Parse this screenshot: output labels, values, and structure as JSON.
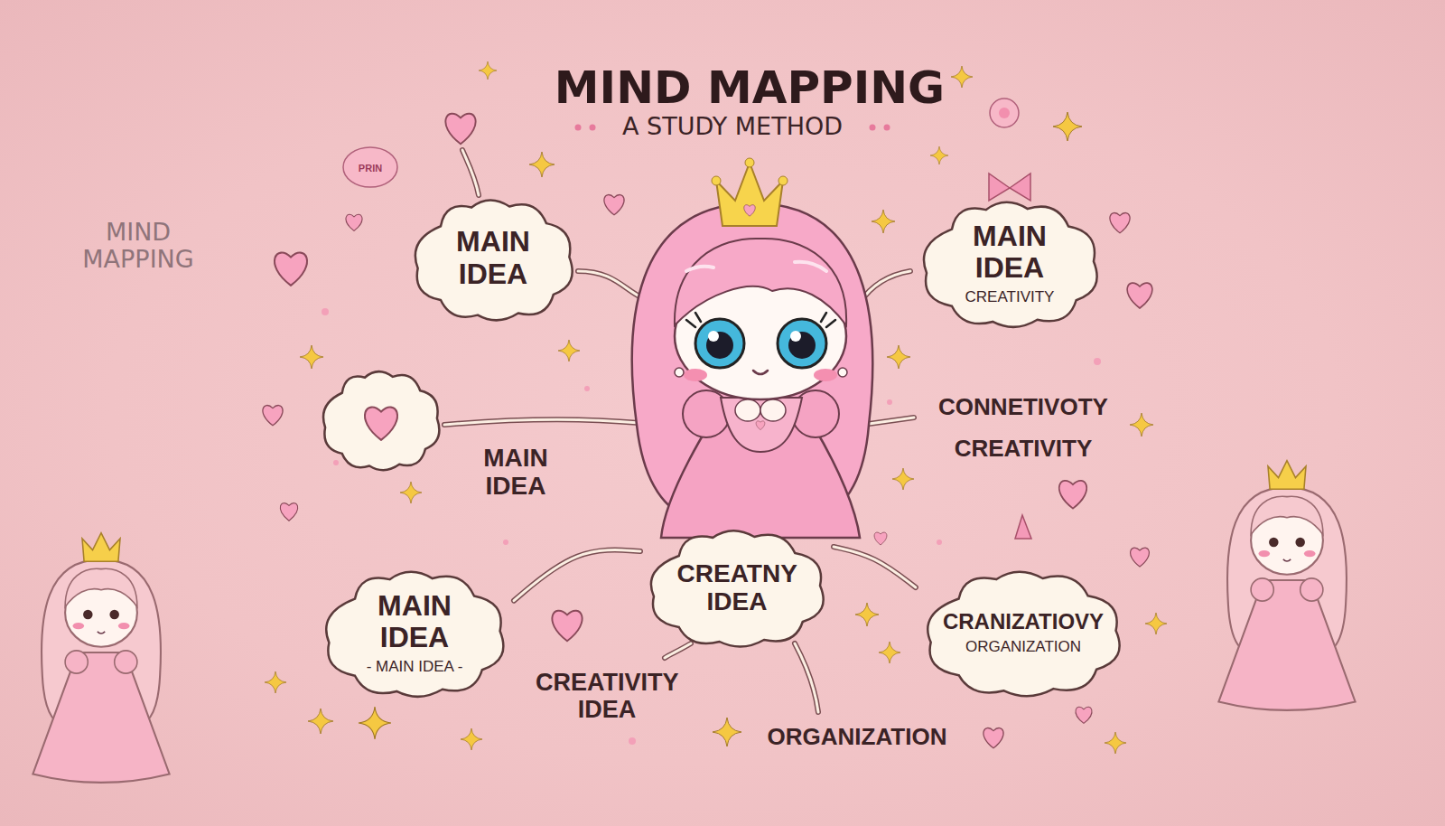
{
  "diagram": {
    "title": "MIND MAPPING",
    "nodes": [
      {
        "text": [
          "MAIN IDEA"
        ]
      },
      {
        "text": [
          "MAIN IDEA",
          "CREATIVITY"
        ]
      },
      {
        "text": [
          "MAIN IDEA",
          "- MAIN IDEA -"
        ]
      },
      {
        "text": [
          "CREATNY IDEA"
        ]
      },
      {
        "text": [
          "CRANIZATIOVY",
          "ORGANIZATION"
        ]
      }
    ],
    "edges": [
      {
        "from": 2,
        "to": 3,
        "arrow": "none"
      },
      {
        "from": 3,
        "to": 4,
        "arrow": "none"
      }
    ],
    "labels": [
      "A STUDY METHOD",
      "MIND MAPPING",
      "MAIN IDEA",
      "CONNETIVOTY",
      "CREATIVITY",
      "CREATIVITY IDEA",
      "ORGANIZATION",
      "PRIN"
    ]
  }
}
